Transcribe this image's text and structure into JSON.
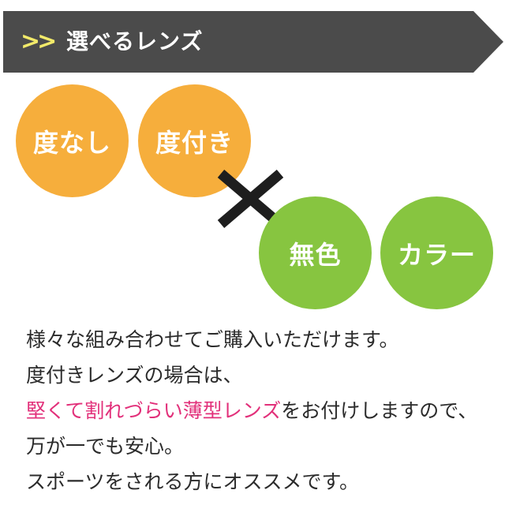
{
  "header": {
    "arrows": ">>",
    "title": "選べるレンズ",
    "background_color": "#4b4b4b",
    "arrow_color": "#f2ea6a"
  },
  "options": {
    "prescription": [
      {
        "label": "度なし",
        "color": "#f6ae3c"
      },
      {
        "label": "度付き",
        "color": "#f6ae3c"
      }
    ],
    "combine_symbol": "times-icon",
    "tint": [
      {
        "label": "無色",
        "color": "#87c540"
      },
      {
        "label": "カラー",
        "color": "#87c540"
      }
    ]
  },
  "description": {
    "line1": "様々な組み合わせてご購入いただけます。",
    "line2": "度付きレンズの場合は、",
    "line3_highlight": "堅くて割れづらい薄型レンズ",
    "line3_rest": "をお付けしますので、",
    "line4": "万が一でも安心。",
    "line5": "スポーツをされる方にオススメです。",
    "highlight_color": "#e2307a"
  }
}
